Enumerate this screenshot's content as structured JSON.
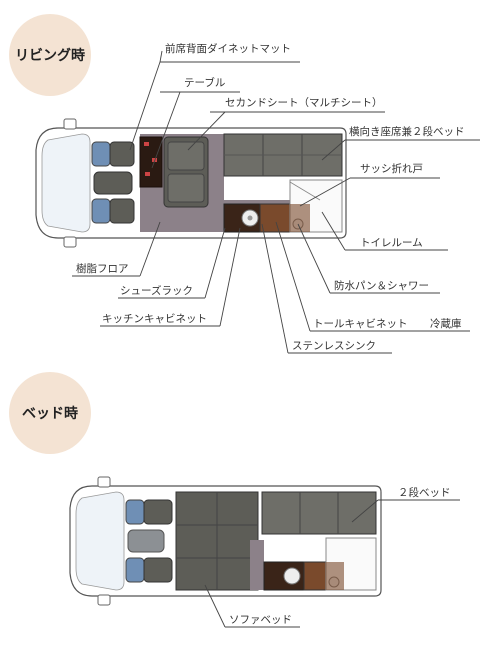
{
  "living": {
    "title": "リビング時",
    "labels": {
      "front_seat_mat": "前席背面ダイネットマット",
      "table": "テーブル",
      "second_seat": "セカンドシート（マルチシート）",
      "side_seat_bunk": "横向き座席兼２段ベッド",
      "sash_door": "サッシ折れ戸",
      "toilet_room": "トイレルーム",
      "resin_floor": "樹脂フロア",
      "waterproof_pan": "防水パン＆シャワー",
      "shoe_rack": "シューズラック",
      "kitchen_cabinet": "キッチンキャビネット",
      "tall_cabinet": "トールキャビネット",
      "fridge": "冷蔵庫",
      "sink": "ステンレスシンク"
    }
  },
  "bed": {
    "title": "ベッド時",
    "labels": {
      "bunk_bed": "２段ベッド",
      "sofa_bed": "ソファベッド"
    }
  },
  "colors": {
    "badge": "#f4e3d3",
    "floor": "#8c8189",
    "seat": "#5d5d57",
    "cushion": "#6e6e68",
    "front_seat_blue": "#6f8fb5",
    "cabinet_dark": "#3a2418",
    "cabinet_brown": "#7a4a2c",
    "van_body": "#ffffff"
  }
}
